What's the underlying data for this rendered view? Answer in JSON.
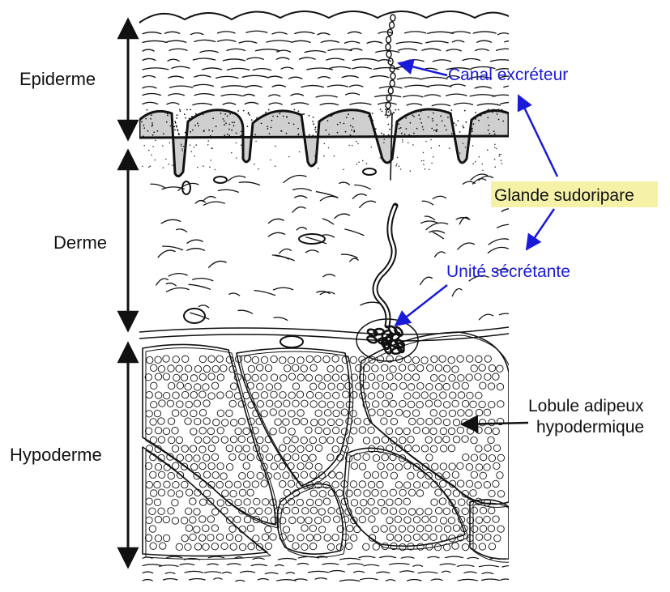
{
  "layers": {
    "epidermis": "Epiderme",
    "dermis": "Derme",
    "hypodermis": "Hypoderme"
  },
  "annotations": {
    "excretory_duct": "Canal excréteur",
    "sweat_gland": "Glande sudoripare",
    "secretory_unit": "Unité sécrétante",
    "adipose_lobule_line1": "Lobule adipeux",
    "adipose_lobule_line2": "hypodermique"
  },
  "colors": {
    "annotation_blue": "#1a1ad9",
    "highlight_yellow": "#f5f2a8",
    "ink": "#111111"
  }
}
